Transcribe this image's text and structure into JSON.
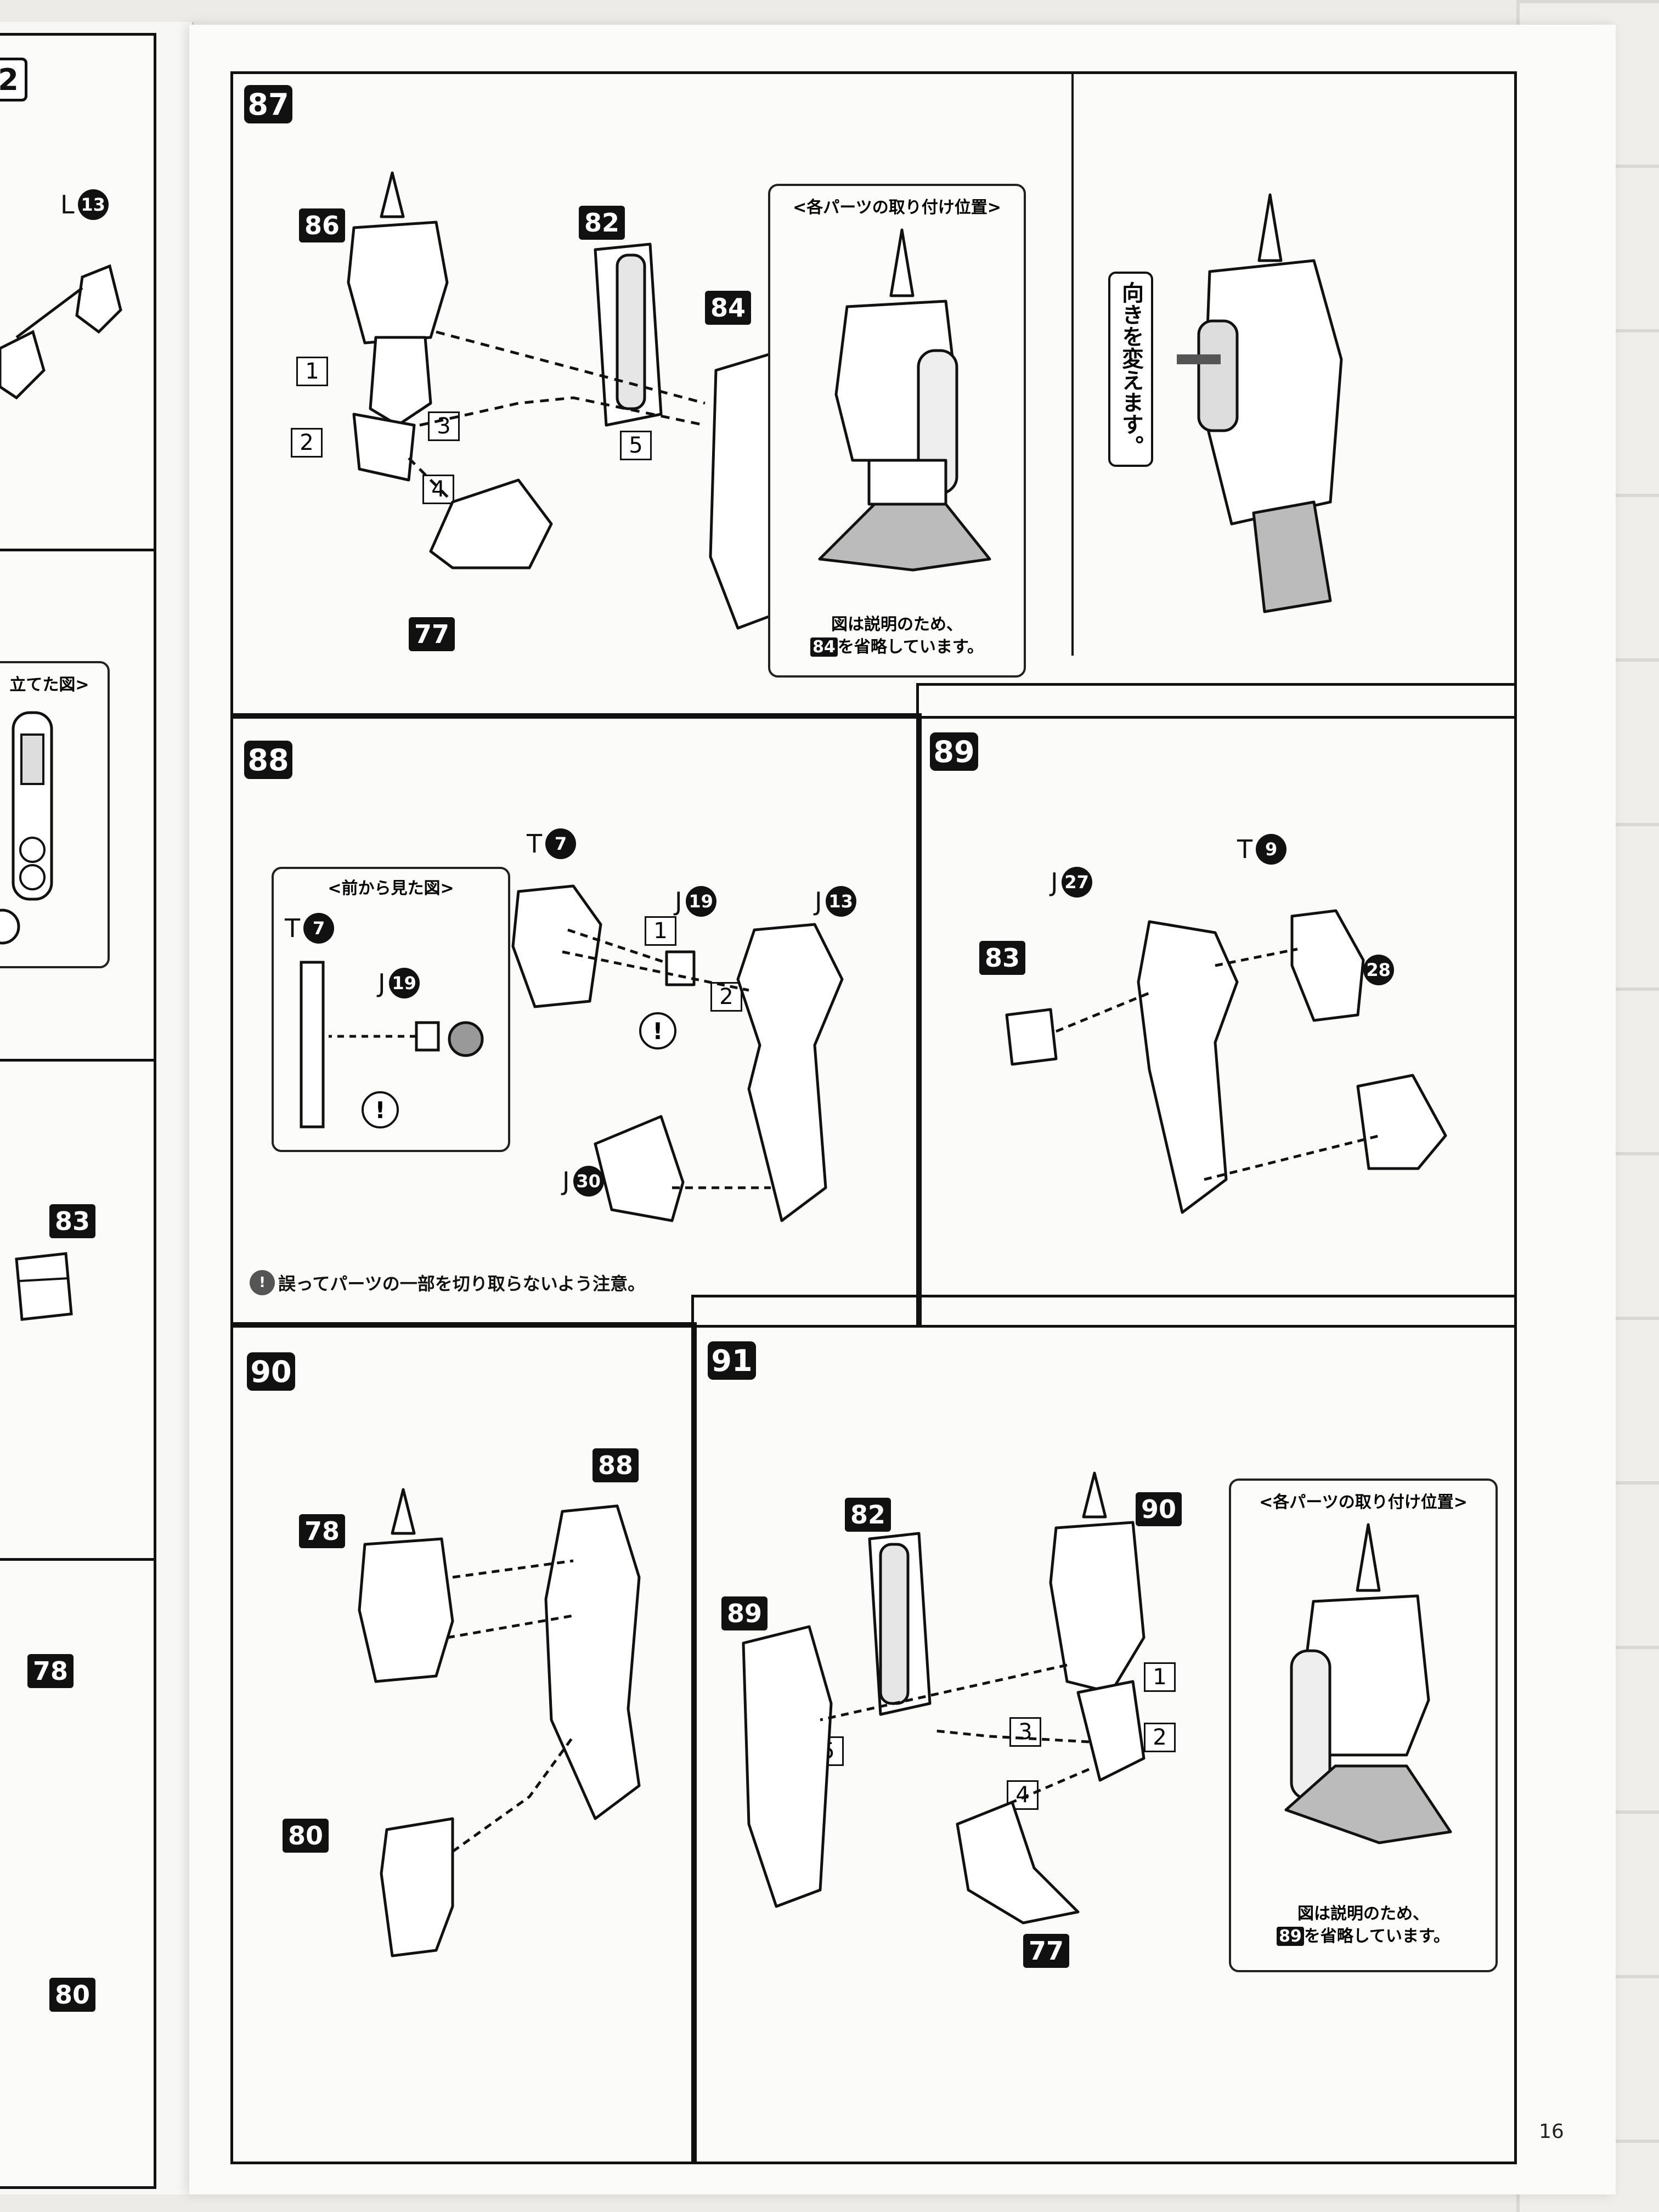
{
  "left_page": {
    "step_badge": "2",
    "l_label": {
      "letter": "L",
      "num": "13"
    },
    "inset_title": "立てた図>",
    "tag_83": "83",
    "tag_78": "78",
    "tag_80": "80"
  },
  "steps": {
    "s87": {
      "badge": "87",
      "tags": [
        "86",
        "82",
        "84",
        "77"
      ],
      "numbers": [
        "1",
        "2",
        "3",
        "4",
        "5"
      ],
      "inset_title": "<各パーツの取り付け位置>",
      "inset_note_line1": "図は説明のため、",
      "inset_note_line2_num": "84",
      "inset_note_line2": "を省略しています。",
      "vertical_note": "向きを変えます。"
    },
    "s88": {
      "badge": "88",
      "inset_title": "<前から見た図>",
      "labels": [
        {
          "letter": "T",
          "num": "7"
        },
        {
          "letter": "J",
          "num": "19"
        },
        {
          "letter": "T",
          "num": "7"
        },
        {
          "letter": "J",
          "num": "19"
        },
        {
          "letter": "J",
          "num": "13"
        },
        {
          "letter": "J",
          "num": "30"
        }
      ],
      "numbers": [
        "1",
        "2"
      ],
      "warning_mark": "!",
      "caution": "誤ってパーツの一部を切り取らないよう注意。"
    },
    "s89": {
      "badge": "89",
      "tag": "83",
      "labels": [
        {
          "letter": "J",
          "num": "27"
        },
        {
          "letter": "T",
          "num": "9"
        },
        {
          "letter": "J",
          "num": "28"
        }
      ]
    },
    "s90": {
      "badge": "90",
      "tags": [
        "78",
        "88",
        "80"
      ]
    },
    "s91": {
      "badge": "91",
      "tags": [
        "82",
        "90",
        "89",
        "77"
      ],
      "numbers": [
        "1",
        "2",
        "3",
        "4",
        "5"
      ],
      "inset_title": "<各パーツの取り付け位置>",
      "inset_note_line1": "図は説明のため、",
      "inset_note_line2_num": "89",
      "inset_note_line2": "を省略しています。"
    }
  },
  "page_number": "16"
}
